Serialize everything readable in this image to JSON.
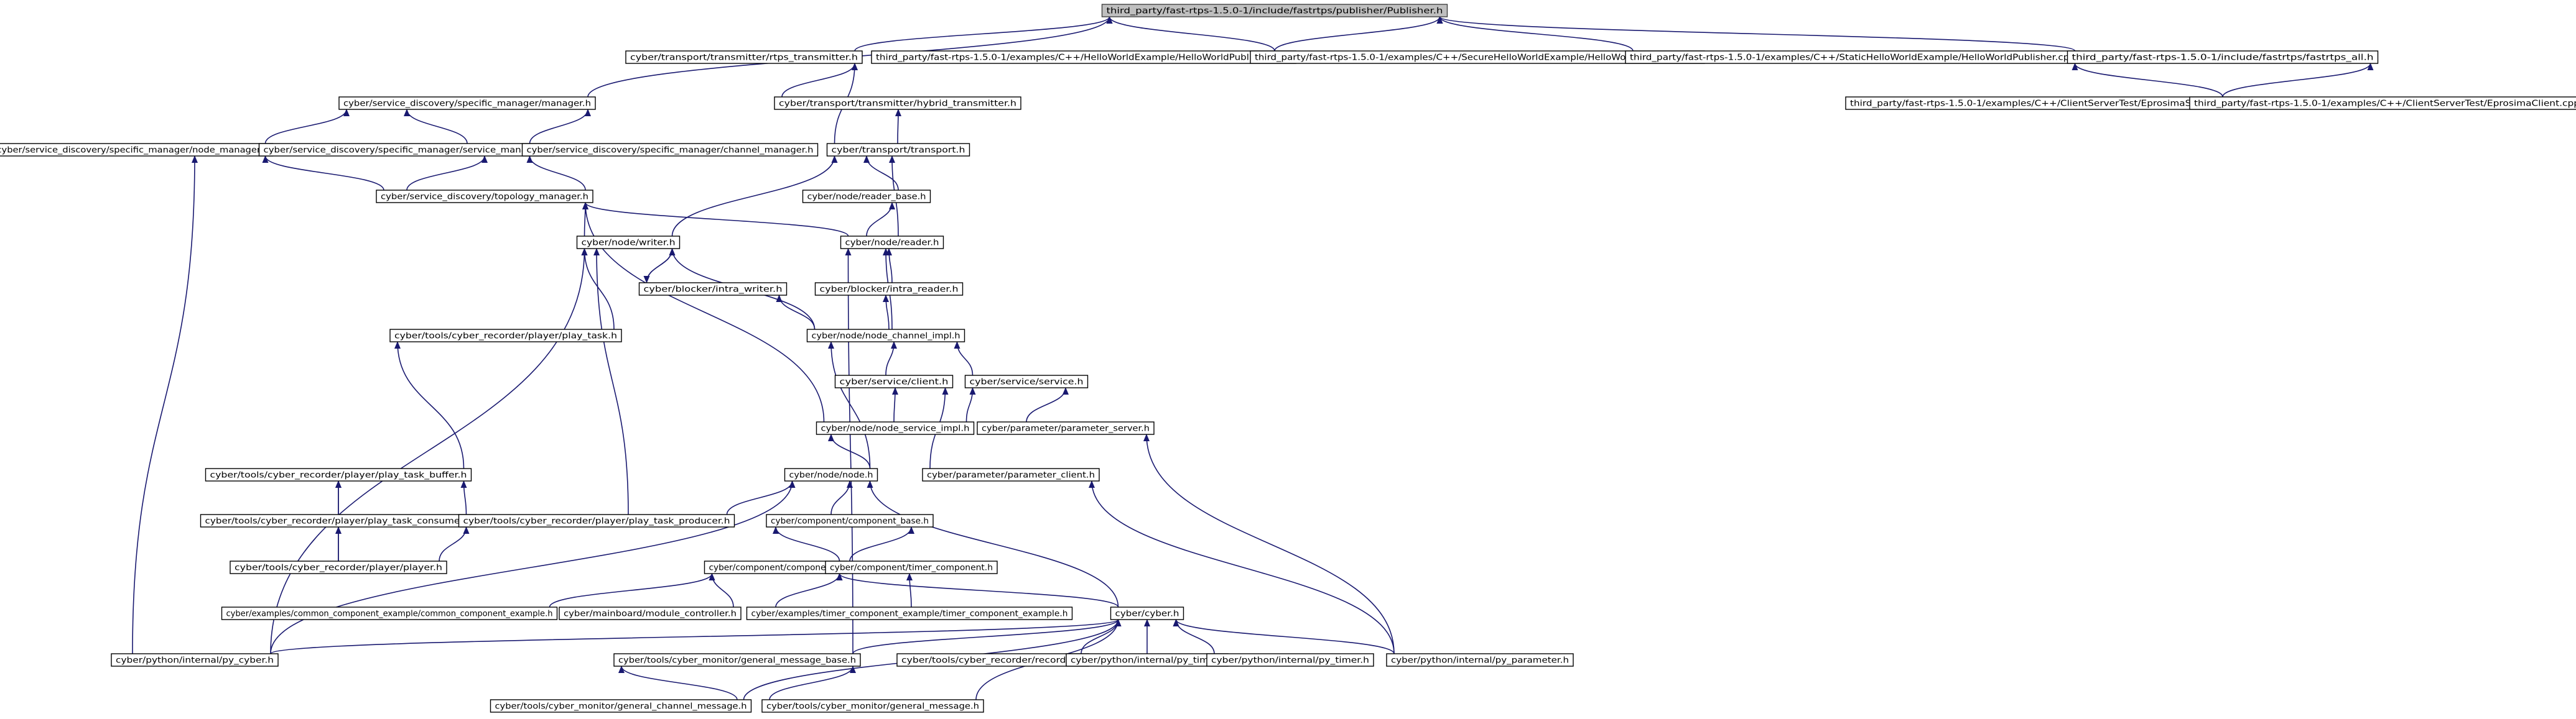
{
  "graph": {
    "title": "",
    "edge_color": "#191970",
    "root_fill": "#bfbfbf",
    "nodes": [
      {
        "id": "publisher",
        "label": "third_party/fast-rtps-1.5.0-1/include/fastrtps/publisher/Publisher.h",
        "root": true
      },
      {
        "id": "specific_manager",
        "label": "cyber/service_discovery/specific_manager/manager.h"
      },
      {
        "id": "rtps_transmitter",
        "label": "cyber/transport/transmitter/rtps_transmitter.h"
      },
      {
        "id": "hw_pub",
        "label": "third_party/fast-rtps-1.5.0-1/examples/C++/HelloWorldExample/HelloWorldPublisher.cpp"
      },
      {
        "id": "secure_pub",
        "label": "third_party/fast-rtps-1.5.0-1/examples/C++/SecureHelloWorldExample/HelloWorldPublisher.cpp"
      },
      {
        "id": "static_pub",
        "label": "third_party/fast-rtps-1.5.0-1/examples/C++/StaticHelloWorldExample/HelloWorldPublisher.cpp"
      },
      {
        "id": "fastrtps_all",
        "label": "third_party/fast-rtps-1.5.0-1/include/fastrtps/fastrtps_all.h"
      },
      {
        "id": "hybrid_transmitter",
        "label": "cyber/transport/transmitter/hybrid_transmitter.h"
      },
      {
        "id": "eprosima_server",
        "label": "third_party/fast-rtps-1.5.0-1/examples/C++/ClientServerTest/EprosimaServer.cpp"
      },
      {
        "id": "eprosima_client",
        "label": "third_party/fast-rtps-1.5.0-1/examples/C++/ClientServerTest/EprosimaClient.cpp"
      },
      {
        "id": "node_manager",
        "label": "cyber/service_discovery/specific_manager/node_manager.h"
      },
      {
        "id": "service_manager",
        "label": "cyber/service_discovery/specific_manager/service_manager.h"
      },
      {
        "id": "channel_manager",
        "label": "cyber/service_discovery/specific_manager/channel_manager.h"
      },
      {
        "id": "transport",
        "label": "cyber/transport/transport.h"
      },
      {
        "id": "topology_manager",
        "label": "cyber/service_discovery/topology_manager.h"
      },
      {
        "id": "reader_base",
        "label": "cyber/node/reader_base.h"
      },
      {
        "id": "writer",
        "label": "cyber/node/writer.h"
      },
      {
        "id": "reader",
        "label": "cyber/node/reader.h"
      },
      {
        "id": "intra_writer",
        "label": "cyber/blocker/intra_writer.h"
      },
      {
        "id": "intra_reader",
        "label": "cyber/blocker/intra_reader.h"
      },
      {
        "id": "play_task",
        "label": "cyber/tools/cyber_recorder/player/play_task.h"
      },
      {
        "id": "node_channel_impl",
        "label": "cyber/node/node_channel_impl.h"
      },
      {
        "id": "client",
        "label": "cyber/service/client.h"
      },
      {
        "id": "service",
        "label": "cyber/service/service.h"
      },
      {
        "id": "node_service_impl",
        "label": "cyber/node/node_service_impl.h"
      },
      {
        "id": "parameter_server",
        "label": "cyber/parameter/parameter_server.h"
      },
      {
        "id": "play_task_buffer",
        "label": "cyber/tools/cyber_recorder/player/play_task_buffer.h"
      },
      {
        "id": "node",
        "label": "cyber/node/node.h"
      },
      {
        "id": "parameter_client",
        "label": "cyber/parameter/parameter_client.h"
      },
      {
        "id": "play_task_consumer",
        "label": "cyber/tools/cyber_recorder/player/play_task_consumer.h"
      },
      {
        "id": "play_task_producer",
        "label": "cyber/tools/cyber_recorder/player/play_task_producer.h"
      },
      {
        "id": "component_base",
        "label": "cyber/component/component_base.h"
      },
      {
        "id": "player",
        "label": "cyber/tools/cyber_recorder/player/player.h"
      },
      {
        "id": "component",
        "label": "cyber/component/component.h"
      },
      {
        "id": "timer_component",
        "label": "cyber/component/timer_component.h"
      },
      {
        "id": "common_component_example",
        "label": "cyber/examples/common_component_example/common_component_example.h"
      },
      {
        "id": "module_controller",
        "label": "cyber/mainboard/module_controller.h"
      },
      {
        "id": "timer_component_example",
        "label": "cyber/examples/timer_component_example/timer_component_example.h"
      },
      {
        "id": "cyber",
        "label": "cyber/cyber.h"
      },
      {
        "id": "py_cyber",
        "label": "cyber/python/internal/py_cyber.h"
      },
      {
        "id": "general_message_base",
        "label": "cyber/tools/cyber_monitor/general_message_base.h"
      },
      {
        "id": "recorder",
        "label": "cyber/tools/cyber_recorder/recorder.h"
      },
      {
        "id": "py_time",
        "label": "cyber/python/internal/py_time.h"
      },
      {
        "id": "py_timer",
        "label": "cyber/python/internal/py_timer.h"
      },
      {
        "id": "py_parameter",
        "label": "cyber/python/internal/py_parameter.h"
      },
      {
        "id": "general_channel_message",
        "label": "cyber/tools/cyber_monitor/general_channel_message.h"
      },
      {
        "id": "general_message",
        "label": "cyber/tools/cyber_monitor/general_message.h"
      }
    ],
    "edges": [
      [
        "specific_manager",
        "publisher"
      ],
      [
        "rtps_transmitter",
        "publisher"
      ],
      [
        "hw_pub",
        "publisher"
      ],
      [
        "secure_pub",
        "publisher"
      ],
      [
        "static_pub",
        "publisher"
      ],
      [
        "fastrtps_all",
        "publisher"
      ],
      [
        "node_manager",
        "specific_manager"
      ],
      [
        "service_manager",
        "specific_manager"
      ],
      [
        "channel_manager",
        "specific_manager"
      ],
      [
        "hybrid_transmitter",
        "rtps_transmitter"
      ],
      [
        "transport",
        "rtps_transmitter"
      ],
      [
        "eprosima_server",
        "fastrtps_all"
      ],
      [
        "eprosima_client",
        "fastrtps_all"
      ],
      [
        "transport",
        "hybrid_transmitter"
      ],
      [
        "topology_manager",
        "node_manager"
      ],
      [
        "py_cyber",
        "node_manager"
      ],
      [
        "topology_manager",
        "service_manager"
      ],
      [
        "topology_manager",
        "channel_manager"
      ],
      [
        "reader_base",
        "transport"
      ],
      [
        "writer",
        "transport"
      ],
      [
        "reader",
        "transport"
      ],
      [
        "writer",
        "topology_manager"
      ],
      [
        "reader",
        "topology_manager"
      ],
      [
        "node_service_impl",
        "topology_manager"
      ],
      [
        "reader",
        "reader_base"
      ],
      [
        "intra_writer",
        "writer"
      ],
      [
        "play_task",
        "writer"
      ],
      [
        "node_channel_impl",
        "writer"
      ],
      [
        "play_task_producer",
        "writer"
      ],
      [
        "py_cyber",
        "writer"
      ],
      [
        "intra_reader",
        "reader"
      ],
      [
        "node_channel_impl",
        "reader"
      ],
      [
        "general_message_base",
        "reader"
      ],
      [
        "writer",
        "intra_writer"
      ],
      [
        "node_channel_impl",
        "intra_writer"
      ],
      [
        "node_channel_impl",
        "intra_reader"
      ],
      [
        "play_task_buffer",
        "play_task"
      ],
      [
        "client",
        "node_channel_impl"
      ],
      [
        "service",
        "node_channel_impl"
      ],
      [
        "node",
        "node_channel_impl"
      ],
      [
        "node_service_impl",
        "client"
      ],
      [
        "parameter_client",
        "client"
      ],
      [
        "node_service_impl",
        "service"
      ],
      [
        "parameter_server",
        "service"
      ],
      [
        "node",
        "node_service_impl"
      ],
      [
        "py_parameter",
        "parameter_server"
      ],
      [
        "play_task_consumer",
        "play_task_buffer"
      ],
      [
        "play_task_producer",
        "play_task_buffer"
      ],
      [
        "player",
        "play_task_buffer"
      ],
      [
        "play_task_producer",
        "node"
      ],
      [
        "component_base",
        "node"
      ],
      [
        "cyber",
        "node"
      ],
      [
        "py_cyber",
        "node"
      ],
      [
        "py_parameter",
        "parameter_client"
      ],
      [
        "player",
        "play_task_consumer"
      ],
      [
        "player",
        "play_task_producer"
      ],
      [
        "component",
        "component_base"
      ],
      [
        "timer_component",
        "component_base"
      ],
      [
        "common_component_example",
        "component"
      ],
      [
        "module_controller",
        "component"
      ],
      [
        "timer_component_example",
        "component"
      ],
      [
        "cyber",
        "component"
      ],
      [
        "timer_component_example",
        "timer_component"
      ],
      [
        "py_cyber",
        "cyber"
      ],
      [
        "general_message_base",
        "cyber"
      ],
      [
        "recorder",
        "cyber"
      ],
      [
        "py_time",
        "cyber"
      ],
      [
        "py_timer",
        "cyber"
      ],
      [
        "py_parameter",
        "cyber"
      ],
      [
        "general_channel_message",
        "cyber"
      ],
      [
        "general_message",
        "cyber"
      ],
      [
        "general_channel_message",
        "general_message_base"
      ],
      [
        "general_message",
        "general_message_base"
      ]
    ]
  }
}
